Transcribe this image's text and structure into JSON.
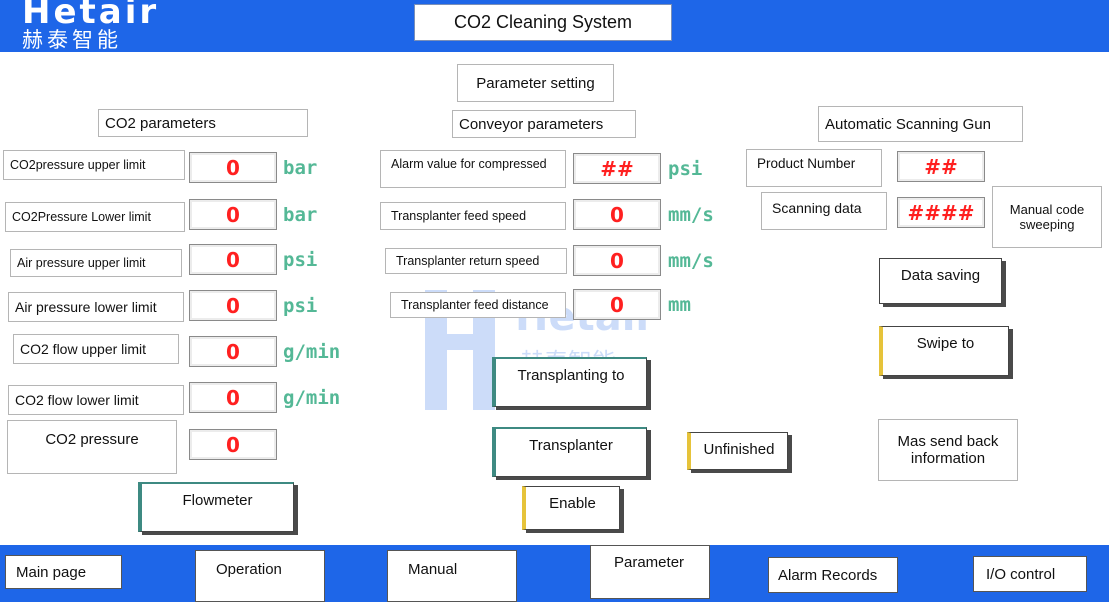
{
  "header": {
    "brand_en": "Hetair",
    "brand_cn": "赫泰智能",
    "title": "CO2 Cleaning System"
  },
  "sections": {
    "parameter_setting": "Parameter setting",
    "co2_parameters": "CO2 parameters",
    "conveyor_parameters": "Conveyor parameters",
    "scanning_gun": "Automatic Scanning Gun"
  },
  "co2_params": [
    {
      "label": "CO2pressure upper limit",
      "value": "0",
      "unit": "bar"
    },
    {
      "label": "CO2Pressure Lower limit",
      "value": "0",
      "unit": "bar"
    },
    {
      "label": "Air pressure upper limit",
      "value": "0",
      "unit": "psi"
    },
    {
      "label": "Air pressure lower limit",
      "value": "0",
      "unit": "psi"
    },
    {
      "label": "CO2 flow upper limit",
      "value": "0",
      "unit": "g/min"
    },
    {
      "label": "CO2 flow lower limit",
      "value": "0",
      "unit": "g/min"
    },
    {
      "label": "CO2 pressure",
      "value": "0"
    }
  ],
  "conveyor_params": [
    {
      "label": "Alarm value for compressed",
      "value": "##",
      "unit": "psi"
    },
    {
      "label": "Transplanter feed speed",
      "value": "0",
      "unit": "mm/s"
    },
    {
      "label": "Transplanter return speed",
      "value": "0",
      "unit": "mm/s"
    },
    {
      "label": "Transplanter feed distance",
      "value": "0",
      "unit": "mm"
    }
  ],
  "scanning": {
    "product_number_label": "Product Number",
    "product_number_value": "##",
    "scanning_data_label": "Scanning data",
    "scanning_data_value": "####",
    "manual_code_sweeping": "Manual code sweeping"
  },
  "buttons": {
    "data_saving": "Data saving",
    "swipe_to": "Swipe to",
    "mas_send_back": "Mas send back information",
    "transplanting_to": "Transplanting to",
    "transplanter": "Transplanter",
    "unfinished": "Unfinished",
    "flowmeter": "Flowmeter",
    "enable": "Enable"
  },
  "nav_tabs": [
    {
      "label": "Main page"
    },
    {
      "label": "Operation"
    },
    {
      "label": "Manual"
    },
    {
      "label": "Parameter"
    },
    {
      "label": "Alarm Records"
    },
    {
      "label": "I/O control"
    }
  ],
  "colors": {
    "header_blue": "#1e66e8",
    "value_red": "#ff2020",
    "unit_green": "#54b896"
  }
}
